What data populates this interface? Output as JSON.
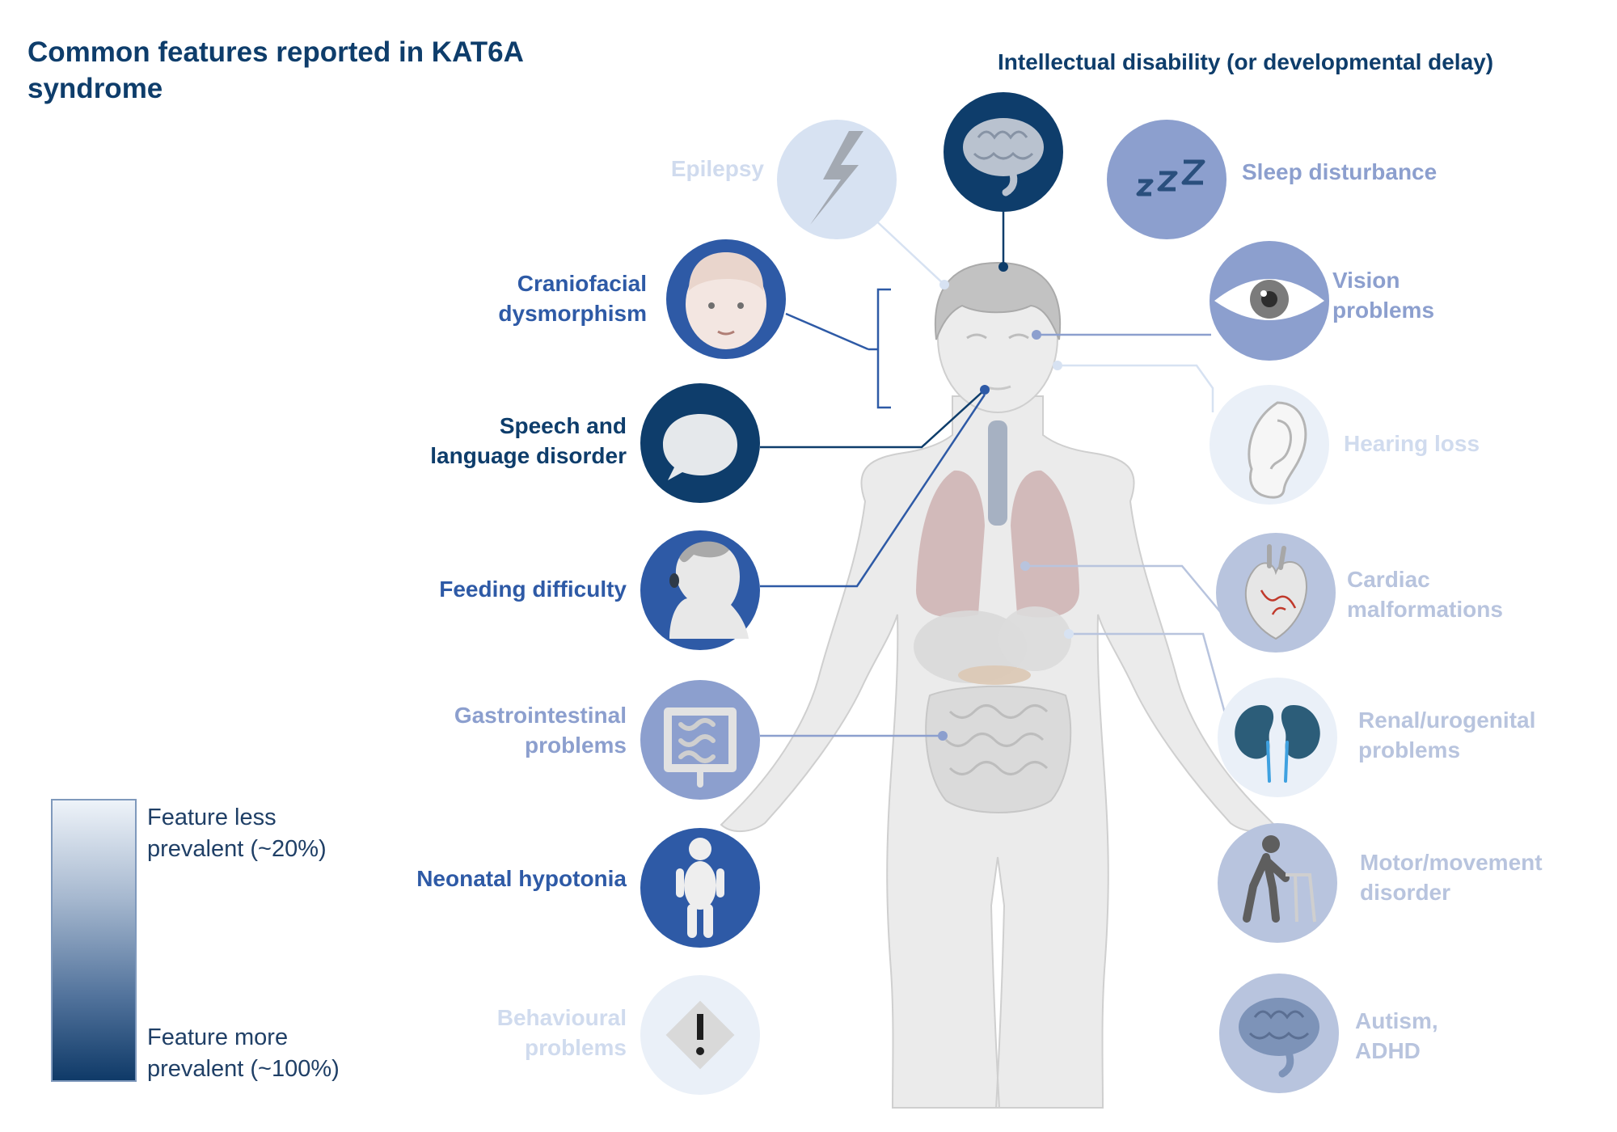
{
  "title": "Common features reported in KAT6A syndrome",
  "colors": {
    "darkest": "#0e3d6b",
    "strong": "#2e5aa6",
    "medium": "#8c9fce",
    "light": "#b8c4de",
    "faint": "#d7e2f2"
  },
  "features": {
    "intellectual": {
      "label": "Intellectual disability (or developmental delay)",
      "icon": "brain-icon"
    },
    "epilepsy": {
      "label": "Epilepsy",
      "icon": "lightning-icon"
    },
    "sleep": {
      "label": "Sleep disturbance",
      "icon": "zzz-icon"
    },
    "craniofacial": {
      "label": "Craniofacial dysmorphism",
      "icon": "baby-face-icon"
    },
    "vision": {
      "label": "Vision problems",
      "icon": "eye-icon"
    },
    "speech": {
      "label": "Speech and language disorder",
      "icon": "speech-bubble-icon"
    },
    "hearing": {
      "label": "Hearing loss",
      "icon": "ear-icon"
    },
    "feeding": {
      "label": "Feeding difficulty",
      "icon": "child-profile-icon"
    },
    "cardiac": {
      "label": "Cardiac malformations",
      "icon": "heart-icon"
    },
    "gi": {
      "label": "Gastrointestinal problems",
      "icon": "intestine-icon"
    },
    "renal": {
      "label": "Renal/urogenital problems",
      "icon": "kidney-icon"
    },
    "hypotonia": {
      "label": "Neonatal hypotonia",
      "icon": "infant-icon"
    },
    "motor": {
      "label": "Motor/movement disorder",
      "icon": "walker-icon"
    },
    "behavioural": {
      "label": "Behavioural problems",
      "icon": "warning-icon"
    },
    "autism": {
      "label": "Autism, ADHD",
      "icon": "brain-icon"
    }
  },
  "legend": {
    "top": "Feature less prevalent (~20%)",
    "bottom": "Feature more prevalent (~100%)"
  }
}
